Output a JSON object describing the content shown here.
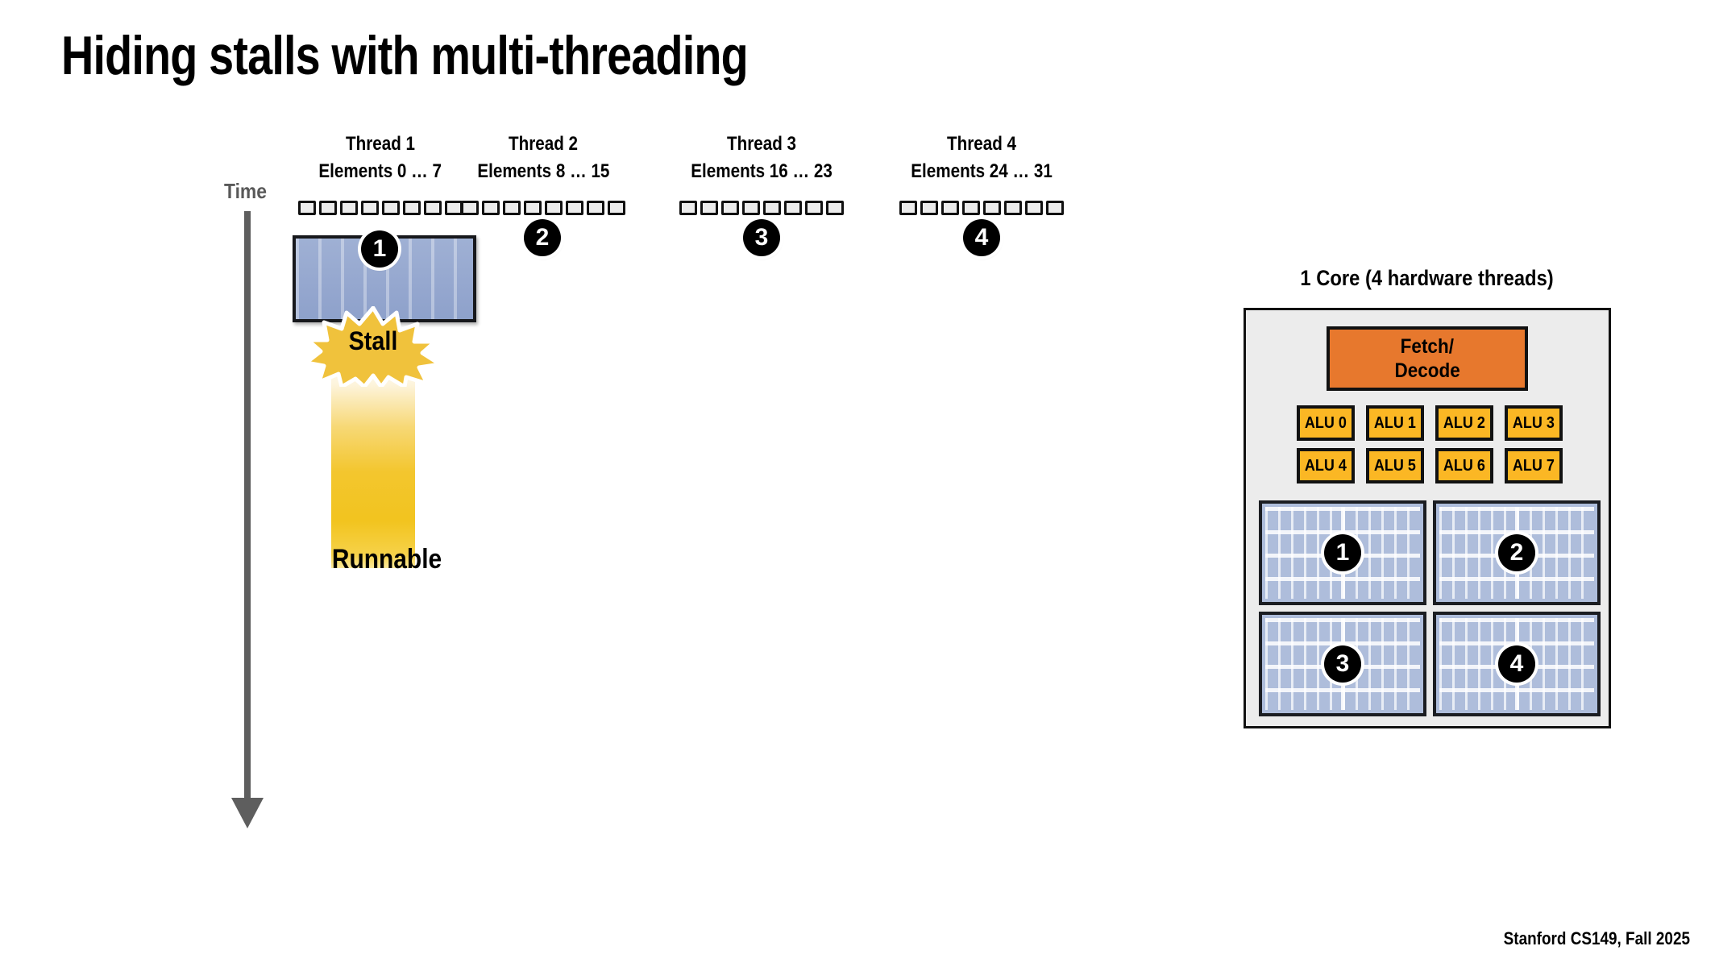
{
  "slide": {
    "title": "Hiding stalls with multi-threading",
    "footer": "Stanford CS149, Fall 2025"
  },
  "timeline": {
    "axis_label": "Time",
    "axis_color": "#5e5e5e",
    "threads": [
      {
        "name": "Thread 1",
        "elements": "Elements 0 … 7",
        "badge": "1",
        "element_count": 8
      },
      {
        "name": "Thread 2",
        "elements": "Elements 8 … 15",
        "badge": "2",
        "element_count": 8
      },
      {
        "name": "Thread 3",
        "elements": "Elements 16 … 23",
        "badge": "3",
        "element_count": 8
      },
      {
        "name": "Thread 4",
        "elements": "Elements 24 … 31",
        "badge": "4",
        "element_count": 8
      }
    ],
    "stall_label": "Stall",
    "runnable_label": "Runnable",
    "work_block_color": "#96a8cf",
    "stall_color": "#f0c040",
    "runnable_color": "#f2c41f"
  },
  "core": {
    "title": "1 Core (4 hardware threads)",
    "panel_color": "#ececec",
    "fetch_decode": {
      "line1": "Fetch/",
      "line2": "Decode",
      "color": "#e7782d"
    },
    "alus": [
      {
        "label": "ALU 0"
      },
      {
        "label": "ALU 1"
      },
      {
        "label": "ALU 2"
      },
      {
        "label": "ALU 3"
      },
      {
        "label": "ALU 4"
      },
      {
        "label": "ALU 5"
      },
      {
        "label": "ALU 6"
      },
      {
        "label": "ALU 7"
      }
    ],
    "alu_color": "#fbb724",
    "contexts": [
      {
        "badge": "1"
      },
      {
        "badge": "2"
      },
      {
        "badge": "3"
      },
      {
        "badge": "4"
      }
    ],
    "context_color": "#aebddb"
  }
}
